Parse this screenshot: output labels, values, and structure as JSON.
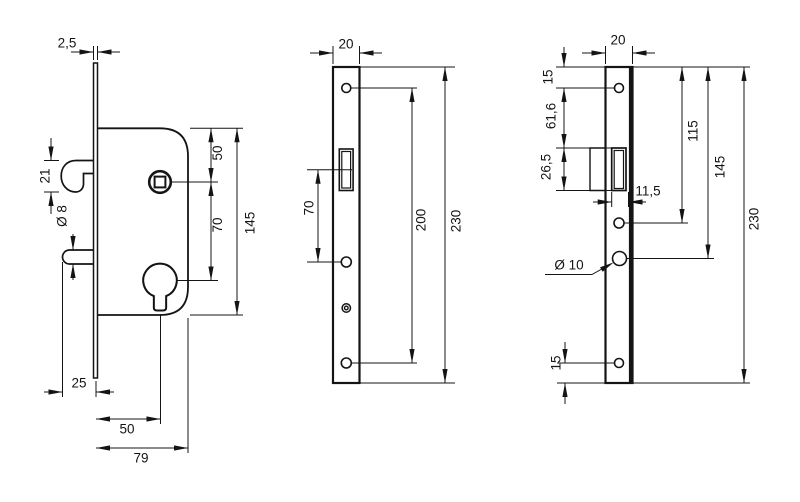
{
  "colors": {
    "background": "#ffffff",
    "line": "#141414"
  },
  "views": {
    "side": {
      "title": "lock case side view",
      "dims": {
        "plate_thickness": "2,5",
        "hook_height": "21",
        "pin_diameter": "Ø 8",
        "pin_protrusion": "25",
        "backset": "50",
        "case_depth": "79",
        "top_to_spindle": "50",
        "spindle_to_cylinder": "70",
        "case_height": "145"
      }
    },
    "front": {
      "title": "faceplate front view",
      "dims": {
        "plate_width": "20",
        "slot_to_hole": "70",
        "screw_hole_spacing": "200",
        "plate_height": "230"
      }
    },
    "strike": {
      "title": "strike plate view",
      "dims": {
        "plate_width": "20",
        "top_to_first_hole": "15",
        "hole_to_slot": "61,6",
        "slot_height": "26,5",
        "slot_width": "11,5",
        "top_to_mid_hole": "115",
        "top_to_cylinder_hole": "145",
        "plate_height": "230",
        "hole_diameter": "Ø 10",
        "bottom_to_hole": "15"
      }
    }
  }
}
